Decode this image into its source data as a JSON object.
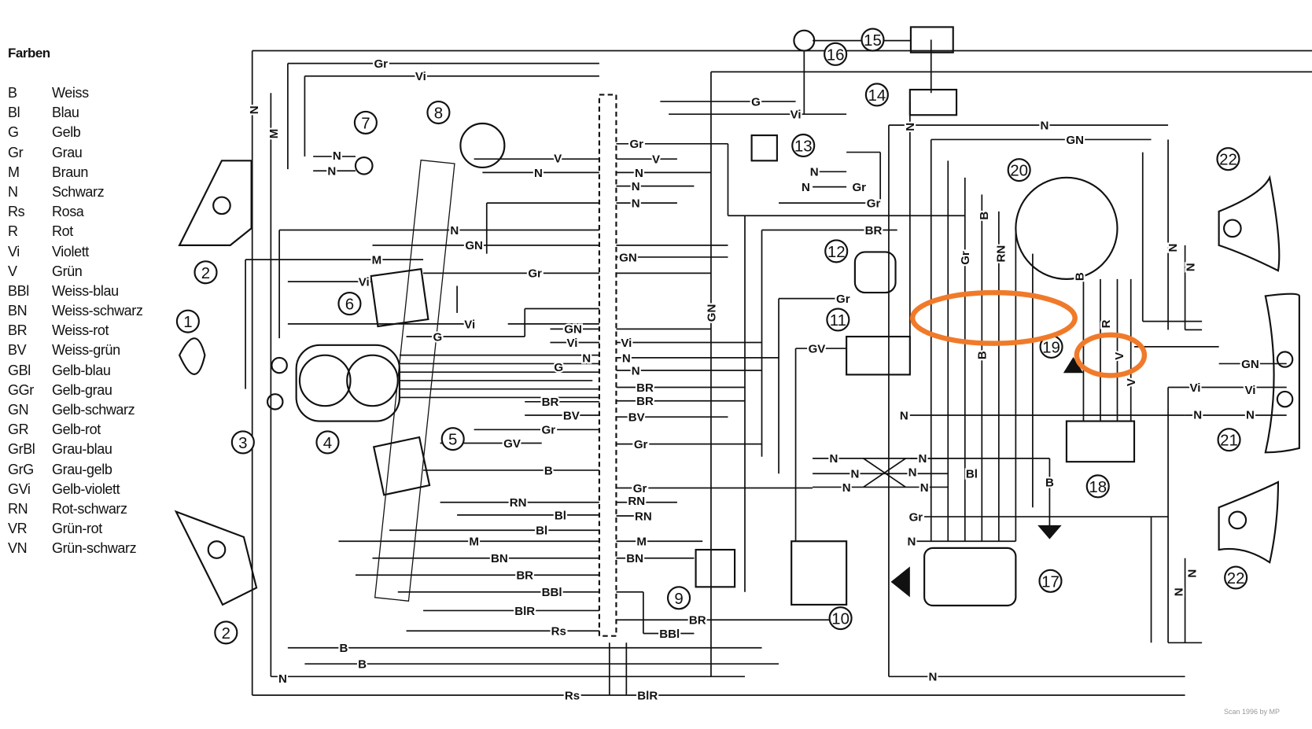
{
  "legend": {
    "title": "Farben",
    "items": [
      {
        "code": "B",
        "name": "Weiss"
      },
      {
        "code": "Bl",
        "name": "Blau"
      },
      {
        "code": "G",
        "name": "Gelb"
      },
      {
        "code": "Gr",
        "name": "Grau"
      },
      {
        "code": "M",
        "name": "Braun"
      },
      {
        "code": "N",
        "name": "Schwarz"
      },
      {
        "code": "Rs",
        "name": "Rosa"
      },
      {
        "code": "R",
        "name": "Rot"
      },
      {
        "code": "Vi",
        "name": "Violett"
      },
      {
        "code": "V",
        "name": "Grün"
      },
      {
        "code": "BBl",
        "name": "Weiss-blau"
      },
      {
        "code": "BN",
        "name": "Weiss-schwarz"
      },
      {
        "code": "BR",
        "name": "Weiss-rot"
      },
      {
        "code": "BV",
        "name": "Weiss-grün"
      },
      {
        "code": "GBl",
        "name": "Gelb-blau"
      },
      {
        "code": "GGr",
        "name": "Gelb-grau"
      },
      {
        "code": "GN",
        "name": "Gelb-schwarz"
      },
      {
        "code": "GR",
        "name": "Gelb-rot"
      },
      {
        "code": "GrBl",
        "name": "Grau-blau"
      },
      {
        "code": "GrG",
        "name": "Grau-gelb"
      },
      {
        "code": "GVi",
        "name": "Gelb-violett"
      },
      {
        "code": "RN",
        "name": "Rot-schwarz"
      },
      {
        "code": "VR",
        "name": "Grün-rot"
      },
      {
        "code": "VN",
        "name": "Grün-schwarz"
      }
    ]
  },
  "components": [
    "1",
    "2",
    "2",
    "3",
    "4",
    "5",
    "6",
    "7",
    "8",
    "9",
    "10",
    "11",
    "12",
    "13",
    "14",
    "15",
    "16",
    "17",
    "18",
    "19",
    "20",
    "21",
    "22",
    "22"
  ],
  "wire_labels": [
    "Gr",
    "Vi",
    "N",
    "M",
    "N",
    "N",
    "V",
    "N",
    "Gr",
    "V",
    "N",
    "N",
    "N",
    "G",
    "Vi",
    "N",
    "GN",
    "GN",
    "M",
    "Vi",
    "Gr",
    "Vi",
    "G",
    "GN",
    "Vi",
    "Vi",
    "G",
    "N",
    "N",
    "N",
    "BR",
    "BV",
    "BR",
    "BR",
    "BV",
    "Gr",
    "Gr",
    "GV",
    "B",
    "Gr",
    "RN",
    "RN",
    "RN",
    "Bl",
    "Bl",
    "M",
    "M",
    "BN",
    "BN",
    "BR",
    "BBl",
    "BlR",
    "Rs",
    "BBl",
    "BR",
    "B",
    "B",
    "N",
    "Rs",
    "BlR",
    "N",
    "N",
    "Gr",
    "N",
    "N",
    "N",
    "N",
    "N",
    "N",
    "Bl",
    "B",
    "N",
    "GV",
    "Gr",
    "BR",
    "Gr",
    "Gr",
    "N",
    "N",
    "N",
    "GN",
    "B",
    "Gr",
    "RN",
    "N",
    "B",
    "R",
    "V",
    "B",
    "V",
    "GN",
    "Vi",
    "Vi",
    "N",
    "N",
    "N",
    "N",
    "N",
    "N",
    "GN"
  ],
  "highlight_color": "#f07a2a",
  "credit": "Scan 1996 by MP"
}
